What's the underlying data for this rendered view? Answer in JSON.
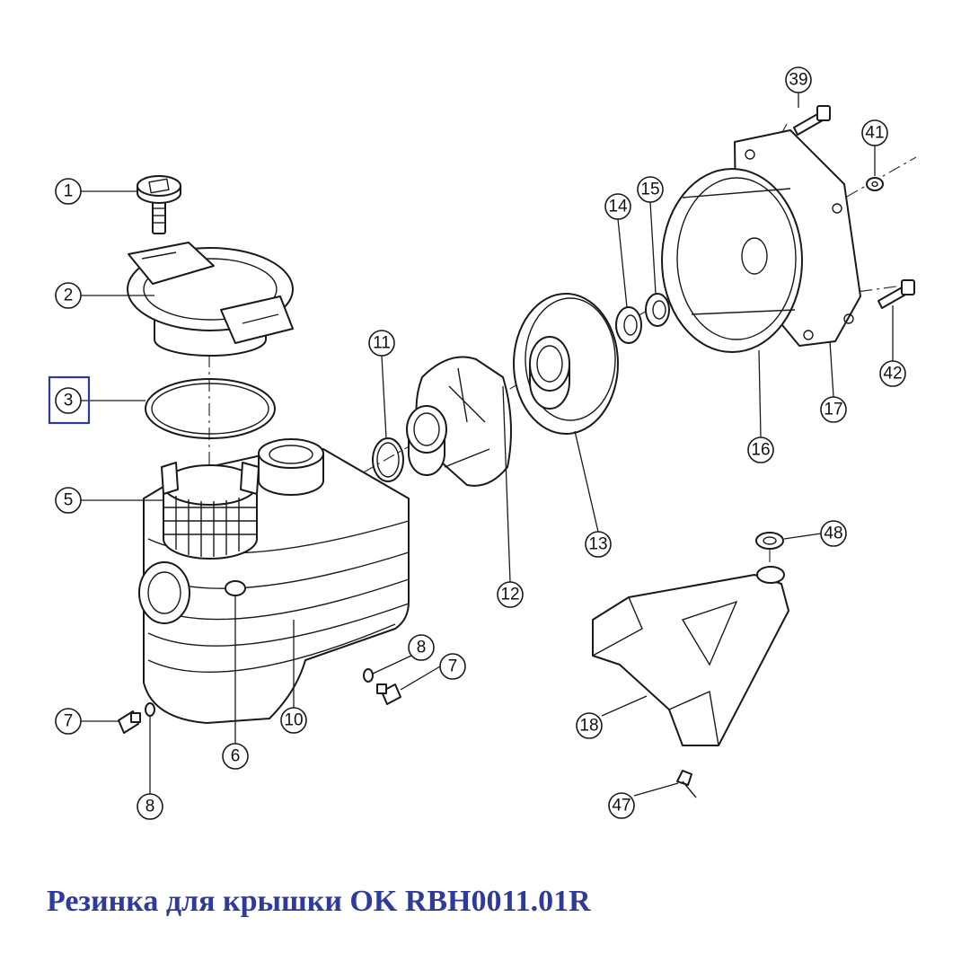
{
  "caption": {
    "text": "Резинка для крышки OK RBH0011.01R",
    "color": "#2f3b9a"
  },
  "highlighted_part": "3",
  "callouts": [
    {
      "id": "c1",
      "label": "1"
    },
    {
      "id": "c2",
      "label": "2"
    },
    {
      "id": "c3",
      "label": "3"
    },
    {
      "id": "c5",
      "label": "5"
    },
    {
      "id": "c6",
      "label": "6"
    },
    {
      "id": "c7a",
      "label": "7"
    },
    {
      "id": "c7b",
      "label": "7"
    },
    {
      "id": "c8a",
      "label": "8"
    },
    {
      "id": "c8b",
      "label": "8"
    },
    {
      "id": "c10",
      "label": "10"
    },
    {
      "id": "c11",
      "label": "11"
    },
    {
      "id": "c12",
      "label": "12"
    },
    {
      "id": "c13",
      "label": "13"
    },
    {
      "id": "c14",
      "label": "14"
    },
    {
      "id": "c15",
      "label": "15"
    },
    {
      "id": "c16",
      "label": "16"
    },
    {
      "id": "c17",
      "label": "17"
    },
    {
      "id": "c18",
      "label": "18"
    },
    {
      "id": "c39",
      "label": "39"
    },
    {
      "id": "c41",
      "label": "41"
    },
    {
      "id": "c42",
      "label": "42"
    },
    {
      "id": "c47",
      "label": "47"
    },
    {
      "id": "c48",
      "label": "48"
    }
  ]
}
